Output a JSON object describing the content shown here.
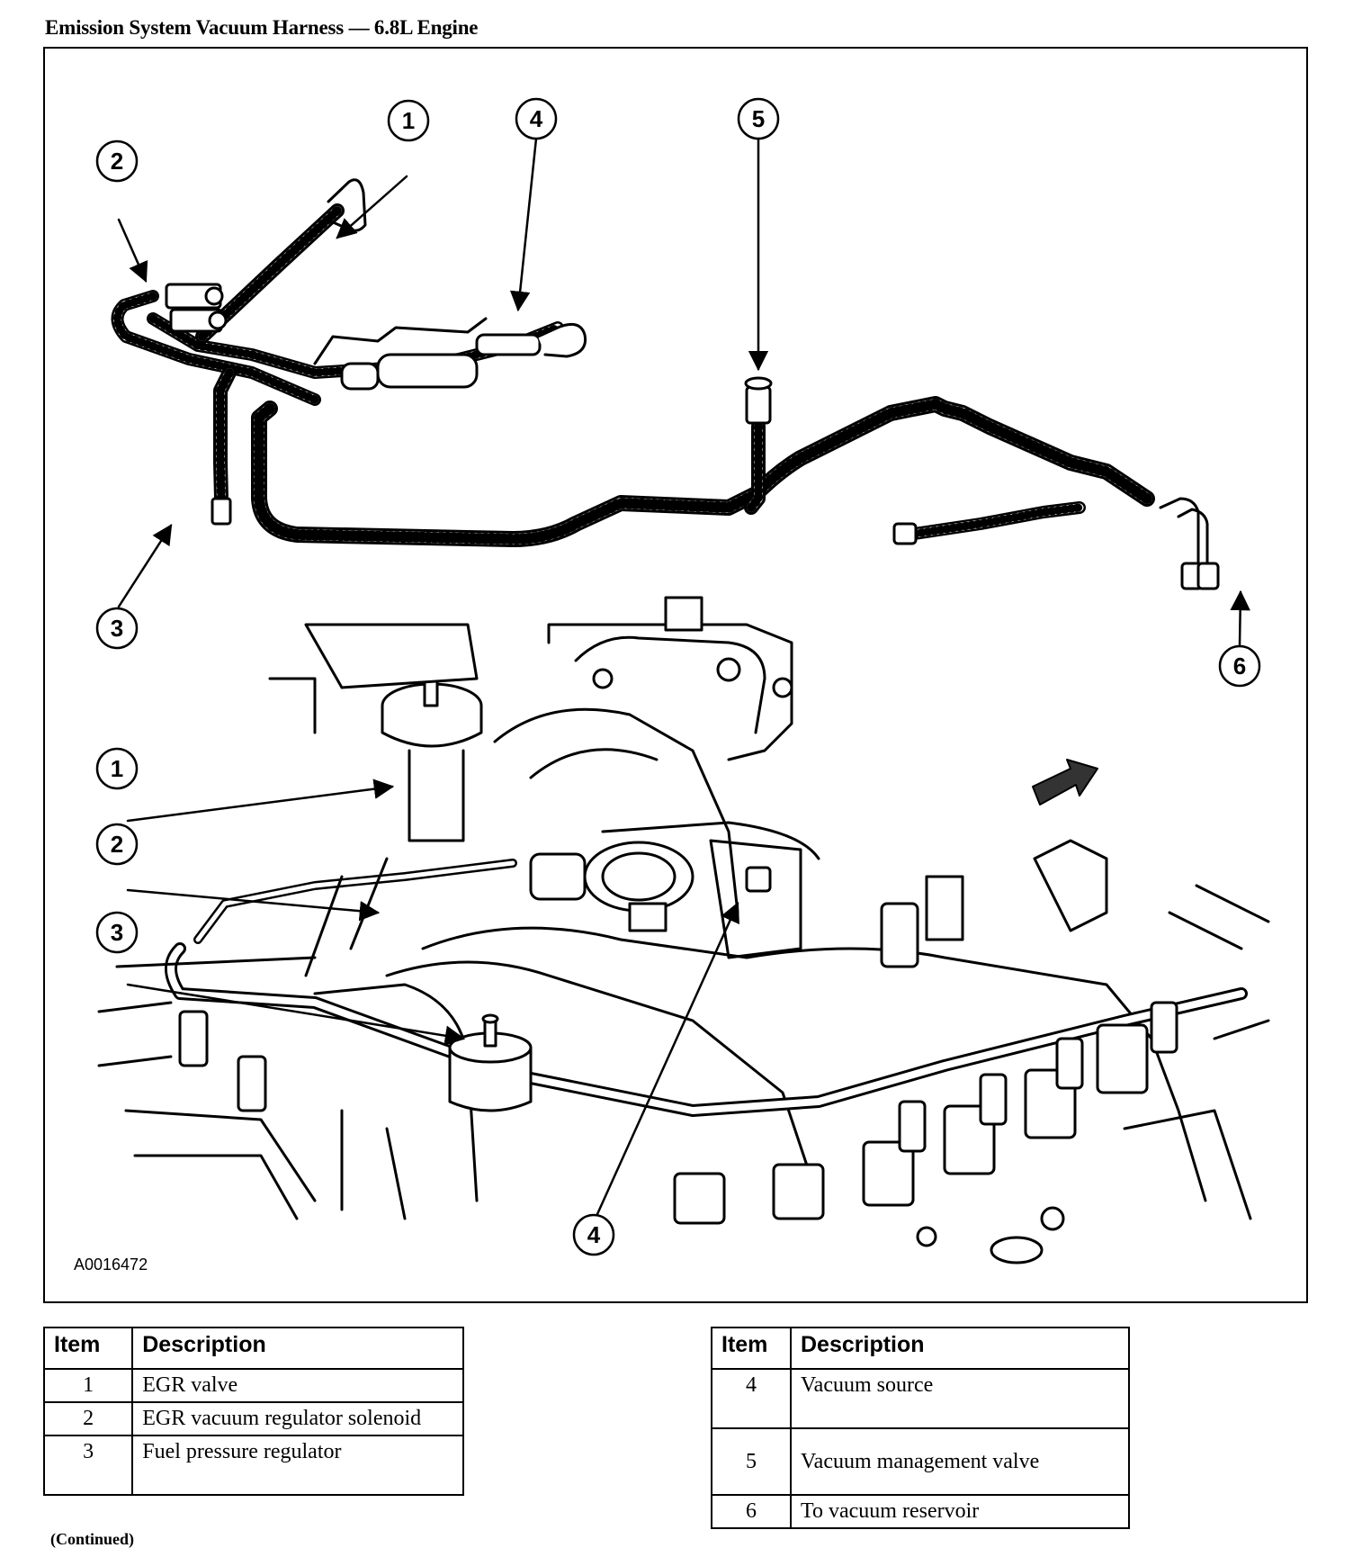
{
  "title": "Emission System Vacuum Harness — 6.8L Engine",
  "figure_id": "A0016472",
  "callouts": {
    "harness": [
      "1",
      "2",
      "3",
      "4",
      "5",
      "6"
    ],
    "engine": [
      "1",
      "2",
      "3",
      "4"
    ]
  },
  "legend_left": {
    "headers": {
      "item": "Item",
      "description": "Description"
    },
    "rows": [
      {
        "item": "1",
        "description": "EGR valve"
      },
      {
        "item": "2",
        "description": "EGR vacuum regulator solenoid"
      },
      {
        "item": "3",
        "description": "Fuel pressure regulator"
      }
    ]
  },
  "legend_right": {
    "headers": {
      "item": "Item",
      "description": "Description"
    },
    "rows": [
      {
        "item": "4",
        "description": "Vacuum source"
      },
      {
        "item": "5",
        "description": "Vacuum management valve"
      },
      {
        "item": "6",
        "description": "To vacuum reservoir"
      }
    ]
  },
  "footer": "(Continued)"
}
